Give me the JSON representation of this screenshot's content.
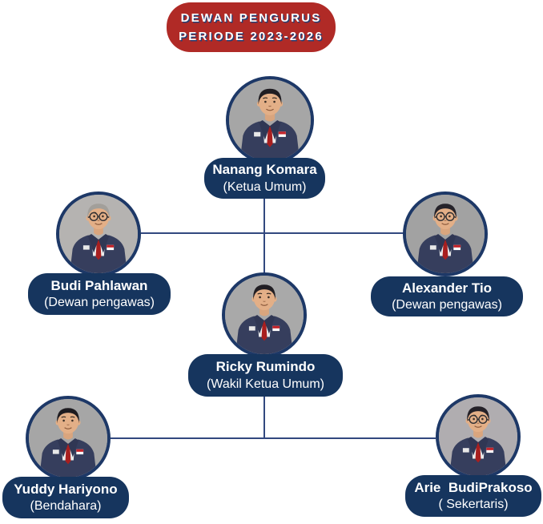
{
  "title": {
    "line1": "DEWAN PENGURUS",
    "line2": "PERIODE 2023-2026"
  },
  "people": [
    {
      "name": "Nanang Komara",
      "role": "(Ketua Umum)"
    },
    {
      "name": "Budi Pahlawan",
      "role": "(Dewan pengawas)"
    },
    {
      "name": "Alexander Tio",
      "role": "(Dewan pengawas)"
    },
    {
      "name": "Ricky Rumindo",
      "role": "(Wakil Ketua Umum)"
    },
    {
      "name": "Yuddy Hariyono",
      "role": "(Bendahara)"
    },
    {
      "name": "Arie  BudiPrakoso",
      "role": "( Sekertaris)"
    }
  ],
  "colors": {
    "title_red": "#b02a26",
    "badge_navy": "#16355e",
    "circle_border": "#1d3867",
    "line_blue": "#32487f",
    "text_white": "#ffffff",
    "photo_bg_gray": "#a9a9a9"
  }
}
